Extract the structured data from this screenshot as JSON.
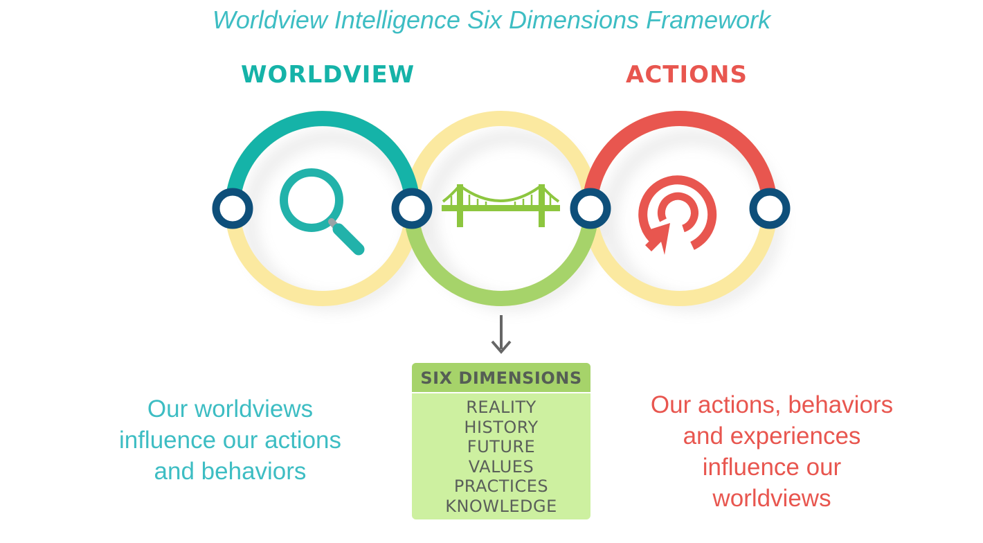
{
  "title": "Worldview Intelligence Six Dimensions Framework",
  "headings": {
    "left": "WORLDVIEW",
    "right": "ACTIONS"
  },
  "dimensions": {
    "header": "SIX DIMENSIONS",
    "items": [
      "REALITY",
      "HISTORY",
      "FUTURE",
      "VALUES",
      "PRACTICES",
      "KNOWLEDGE"
    ]
  },
  "captions": {
    "left": [
      "Our worldviews",
      "influence our actions",
      "and behaviors"
    ],
    "right": [
      "Our actions, behaviors",
      "and experiences",
      "influence our",
      "worldviews"
    ]
  },
  "colors": {
    "teal": "#15b3a8",
    "yellow": "#fbe9a0",
    "green": "#a6d36a",
    "red": "#e8564f",
    "navy": "#0e4f7a",
    "icon_teal": "#22b2aa",
    "bridge_green": "#8dc63f"
  },
  "icons": [
    "magnifier-icon",
    "bridge-icon",
    "target-cursor-icon",
    "down-arrow-icon"
  ]
}
